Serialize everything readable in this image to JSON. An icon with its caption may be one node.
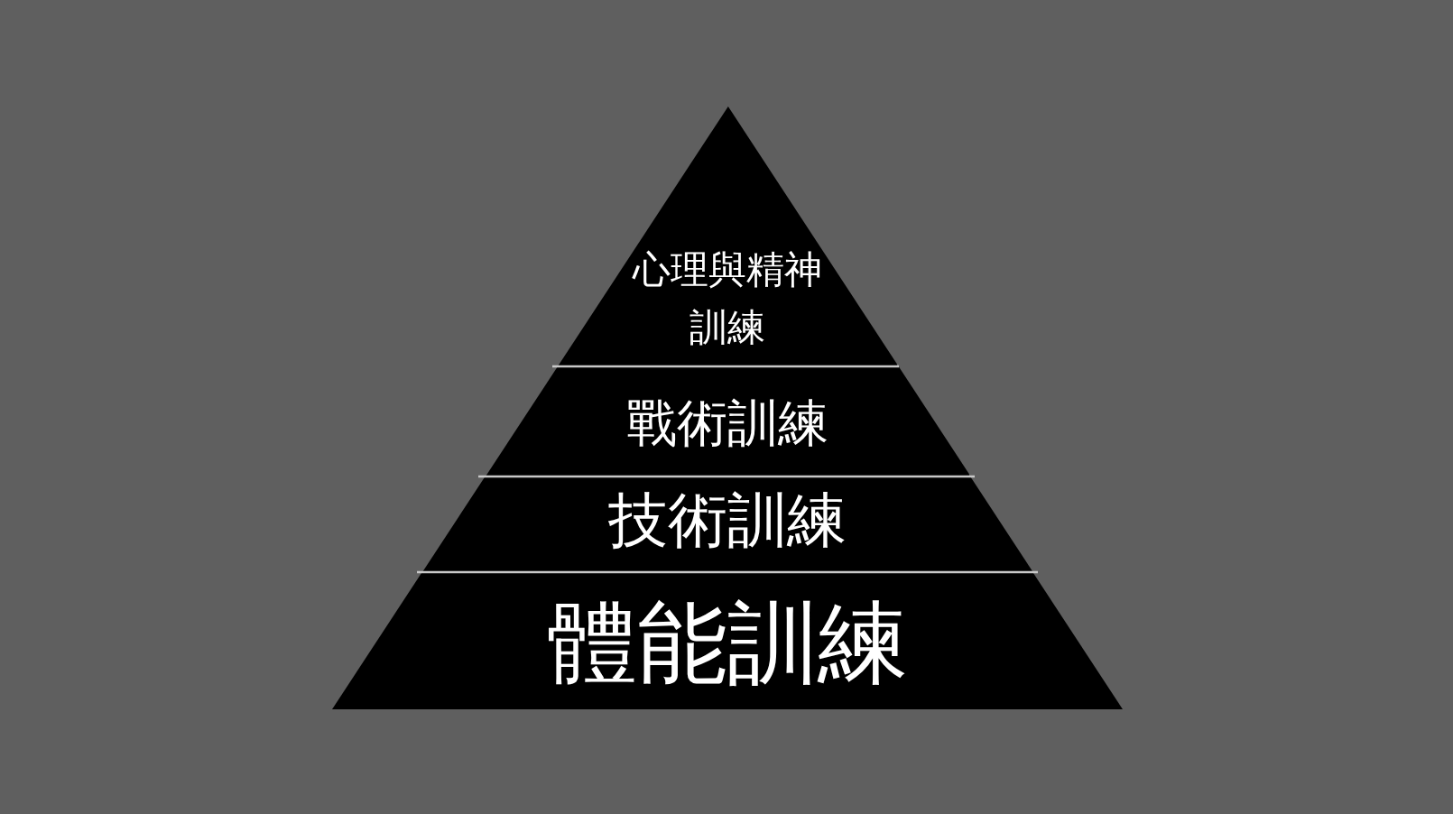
{
  "diagram": {
    "nodes": [
      {
        "text": [
          "心理與精神訓練"
        ]
      },
      {
        "text": [
          "戰術訓練"
        ]
      },
      {
        "text": [
          "技術訓練"
        ]
      },
      {
        "text": [
          "體能訓練"
        ]
      }
    ]
  }
}
